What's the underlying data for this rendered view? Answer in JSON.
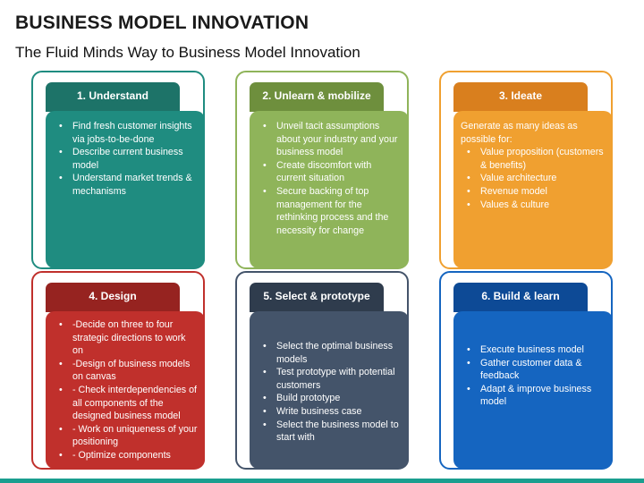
{
  "title": "BUSINESS MODEL INNOVATION",
  "subtitle": "The Fluid Minds Way to Business Model Innovation",
  "colors": {
    "teal": "#1f8c80",
    "teal_tab": "#1d7368",
    "green": "#8fb45a",
    "green_tab": "#6e8f3d",
    "orange": "#f0a030",
    "orange_tab": "#d97f1e",
    "red": "#c0302c",
    "red_tab": "#962320",
    "slate": "#44546a",
    "slate_tab": "#2f3c4d",
    "blue": "#1565c0",
    "blue_tab": "#0d4a96",
    "bottom_bar": "#1a9e8f"
  },
  "cards": [
    {
      "label": "1. Understand",
      "intro": "",
      "bullets": [
        "Find fresh customer insights via jobs-to-be-done",
        "Describe current business model",
        "Understand market trends & mechanisms"
      ]
    },
    {
      "label": "2. Unlearn & mobilize",
      "intro": "",
      "bullets": [
        "Unveil tacit assumptions about your industry and your business model",
        "Create discomfort with current situation",
        "Secure backing of top management for the rethinking process and the necessity for change"
      ]
    },
    {
      "label": "3. Ideate",
      "intro": "Generate as many ideas as possible for:",
      "bullets": [
        "Value proposition (customers & benefits)",
        "Value architecture",
        "Revenue model",
        "Values & culture"
      ]
    },
    {
      "label": "4. Design",
      "intro": "",
      "bullets": [
        " -Decide on three to four strategic directions to work on",
        " -Design of business models on canvas",
        "- Check interdependencies of all components of the designed business model",
        "- Work on uniqueness of your positioning",
        "- Optimize components"
      ]
    },
    {
      "label": "5.  Select & prototype",
      "intro": "",
      "bullets": [
        "Select the optimal business models",
        "Test prototype with potential customers",
        " Build prototype",
        "Write business case",
        "Select the business model to start with"
      ]
    },
    {
      "label": "6. Build & learn",
      "intro": "",
      "bullets": [
        " Execute business model",
        "Gather customer data & feedback",
        "Adapt & improve business model"
      ]
    }
  ]
}
